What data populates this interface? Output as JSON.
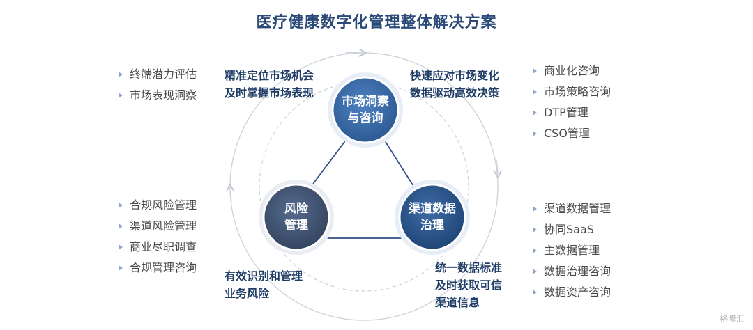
{
  "title": "医疗健康数字化管理整体解决方案",
  "nodes": {
    "market": [
      "市场洞察",
      "与咨询"
    ],
    "channel": [
      "渠道数据",
      "治理"
    ],
    "risk": [
      "风险",
      "管理"
    ]
  },
  "descriptions": {
    "top_left": [
      "精准定位市场机会",
      "及时掌握市场表现"
    ],
    "top_right": [
      "快速应对市场变化",
      "数据驱动高效决策"
    ],
    "bottom_left": [
      "有效识别和管理",
      "业务风险"
    ],
    "bottom_right": [
      "统一数据标准",
      "及时获取可信",
      "渠道信息"
    ]
  },
  "lists": {
    "top_left": [
      "终端潜力评估",
      "市场表现洞察"
    ],
    "top_right": [
      "商业化咨询",
      "市场策略咨询",
      "DTP管理",
      "CSO管理"
    ],
    "bottom_left": [
      "合规风险管理",
      "渠道风险管理",
      "商业尽职调查",
      "合规管理咨询"
    ],
    "bottom_right": [
      "渠道数据管理",
      "协同SaaS",
      "主数据管理",
      "数据治理咨询",
      "数据资产咨询"
    ]
  },
  "watermark": "格隆汇",
  "colors": {
    "title": "#2b4a78",
    "node_market": "#3f6fae",
    "node_channel": "#2f5a92",
    "node_risk": "#45597a",
    "connector": "#2f4f86",
    "ring": "#c9cfd8",
    "bullet": "#8fa6c4"
  }
}
